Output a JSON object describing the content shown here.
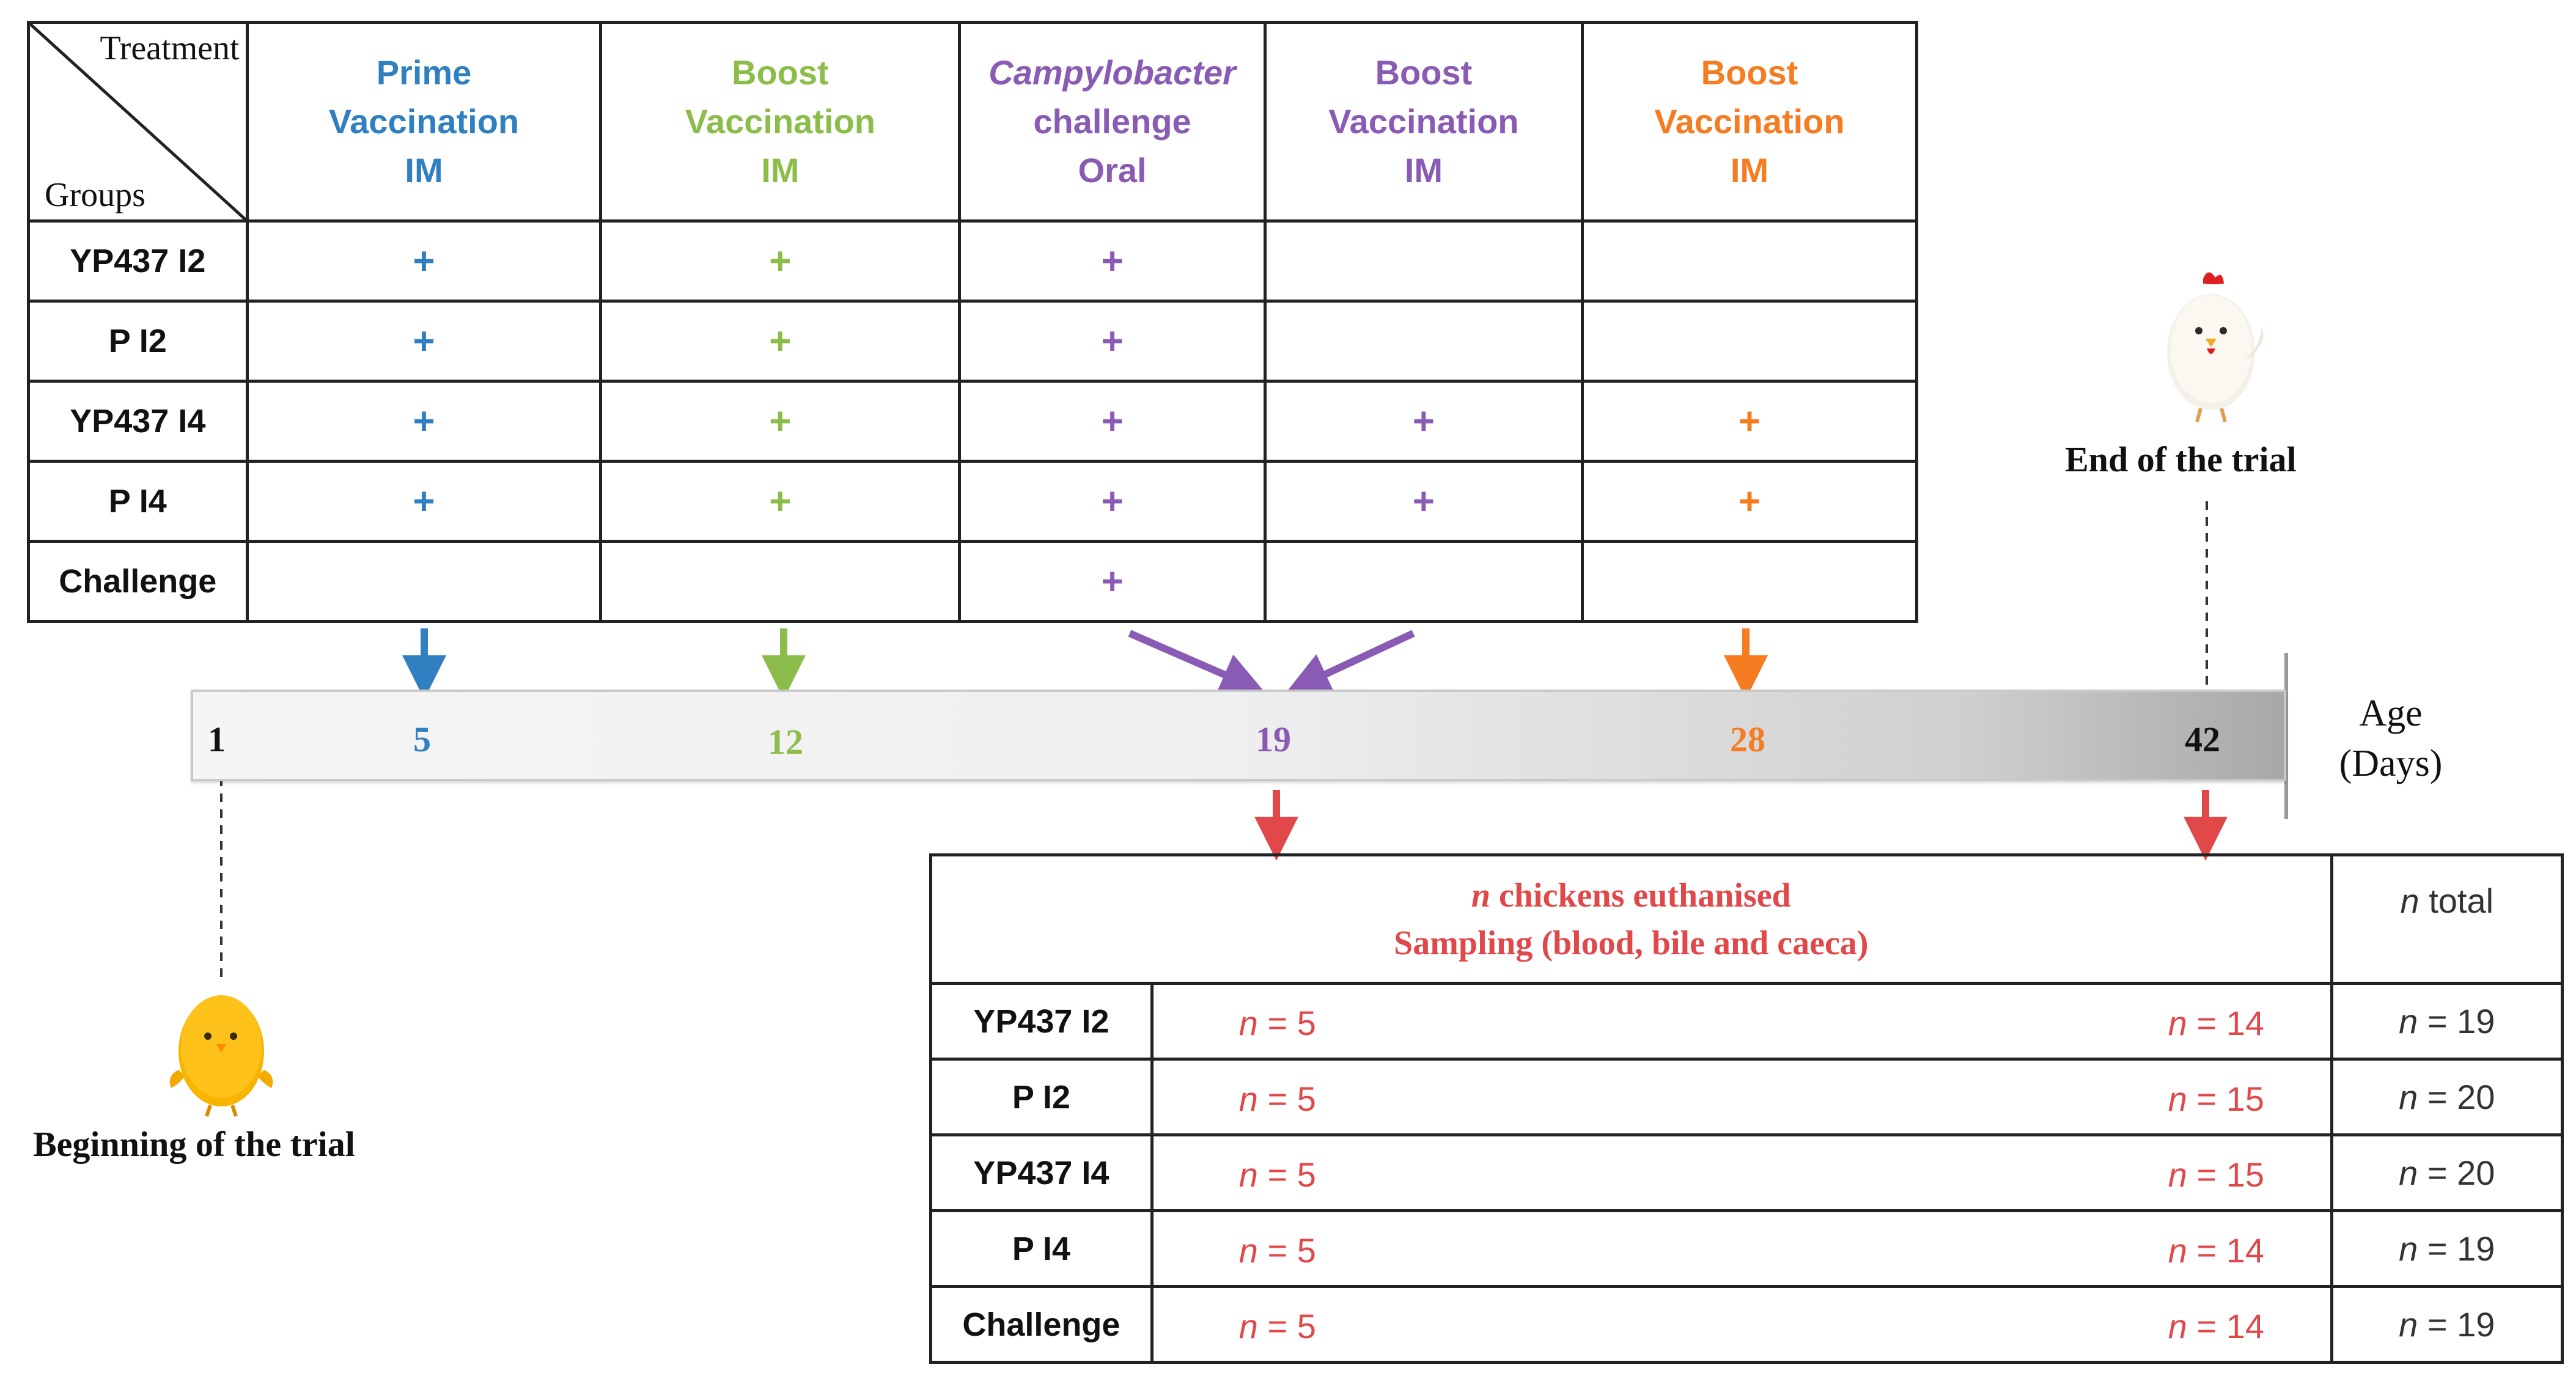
{
  "colors": {
    "prime": "#2f7fc1",
    "boost1": "#8cbd4a",
    "challenge": "#8a5bb4",
    "boost2": "#8a5bb4",
    "boost3": "#f57c20",
    "sampling": "#e0484a",
    "border": "#222222"
  },
  "treatment_table": {
    "corner_top": "Treatment",
    "corner_bottom": "Groups",
    "columns": [
      {
        "lines": [
          "Prime",
          "Vaccination",
          "IM"
        ],
        "color": "#2f7fc1"
      },
      {
        "lines": [
          "Boost",
          "Vaccination",
          "IM"
        ],
        "color": "#8cbd4a"
      },
      {
        "lines": [
          "Campylobacter",
          "challenge",
          "Oral"
        ],
        "color": "#8a5bb4"
      },
      {
        "lines": [
          "Boost",
          "Vaccination",
          "IM"
        ],
        "color": "#8a5bb4"
      },
      {
        "lines": [
          "Boost",
          "Vaccination",
          "IM"
        ],
        "color": "#f57c20"
      }
    ],
    "rows": [
      {
        "group": "YP437 I2",
        "marks": [
          "+",
          "+",
          "+",
          "",
          ""
        ]
      },
      {
        "group": "P I2",
        "marks": [
          "+",
          "+",
          "+",
          "",
          ""
        ]
      },
      {
        "group": "YP437 I4",
        "marks": [
          "+",
          "+",
          "+",
          "+",
          "+"
        ]
      },
      {
        "group": "P I4",
        "marks": [
          "+",
          "+",
          "+",
          "+",
          "+"
        ]
      },
      {
        "group": "Challenge",
        "marks": [
          "",
          "",
          "+",
          "",
          ""
        ]
      }
    ]
  },
  "timeline": {
    "days": [
      {
        "label": "1",
        "color": "#111111"
      },
      {
        "label": "5",
        "color": "#2f7fc1"
      },
      {
        "label": "12",
        "color": "#8cbd4a"
      },
      {
        "label": "19",
        "color": "#8a5bb4"
      },
      {
        "label": "28",
        "color": "#f57c20"
      },
      {
        "label": "42",
        "color": "#111111"
      }
    ],
    "axis_label_1": "Age",
    "axis_label_2": "(Days)",
    "begin_label": "Beginning of the trial",
    "end_label": "End of the trial"
  },
  "sampling_table": {
    "header_line1_italic": "n",
    "header_line1_rest": " chickens euthanised",
    "header_line2": "Sampling (blood, bile and caeca)",
    "total_header_italic": "n",
    "total_header_rest": " total",
    "rows": [
      {
        "group": "YP437 I2",
        "d19": "5",
        "d42": "14",
        "total": "19"
      },
      {
        "group": "P I2",
        "d19": "5",
        "d42": "15",
        "total": "20"
      },
      {
        "group": "YP437 I4",
        "d19": "5",
        "d42": "15",
        "total": "20"
      },
      {
        "group": "P I4",
        "d19": "5",
        "d42": "14",
        "total": "19"
      },
      {
        "group": "Challenge",
        "d19": "5",
        "d42": "14",
        "total": "19"
      }
    ]
  }
}
